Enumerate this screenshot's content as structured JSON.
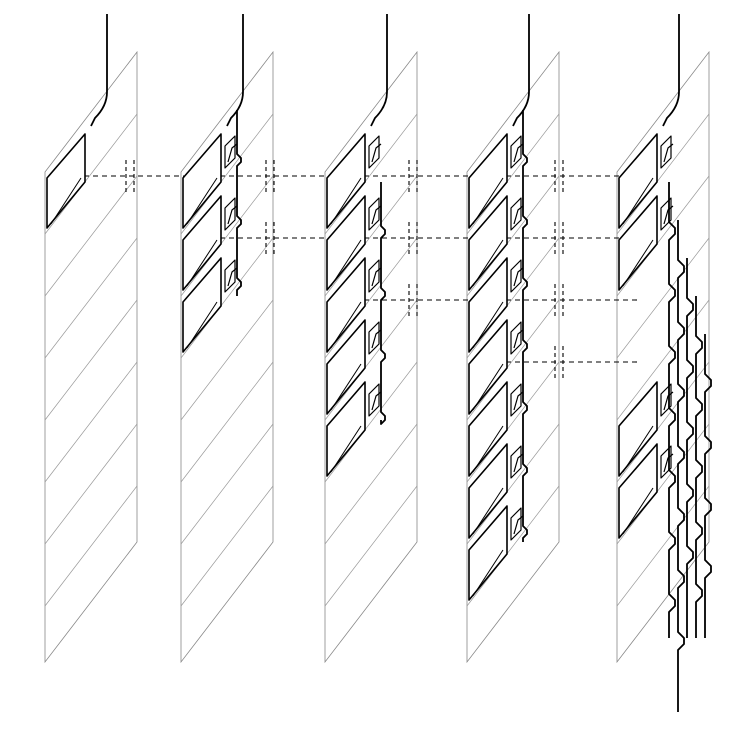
{
  "diagram": {
    "kind": "sliding-tile-stack-sequence",
    "colors": {
      "ink": "#000000",
      "stripe": "#999999",
      "background": "#ffffff"
    },
    "panels": [
      {
        "id": "panel-1",
        "tiles": 1,
        "notched": false
      },
      {
        "id": "panel-2",
        "tiles": 3,
        "notched": true
      },
      {
        "id": "panel-3",
        "tiles": 5,
        "notched": true
      },
      {
        "id": "panel-4",
        "tiles": 7,
        "notched": true
      },
      {
        "id": "panel-5",
        "tiles": 4,
        "notched": true,
        "output_wires": 5
      }
    ],
    "connections": [
      {
        "from": "panel-1",
        "to": "panel-2",
        "count": 1
      },
      {
        "from": "panel-2",
        "to": "panel-3",
        "count": 2
      },
      {
        "from": "panel-3",
        "to": "panel-4",
        "count": 3
      },
      {
        "from": "panel-4",
        "to": "panel-5",
        "count": 4
      }
    ]
  }
}
